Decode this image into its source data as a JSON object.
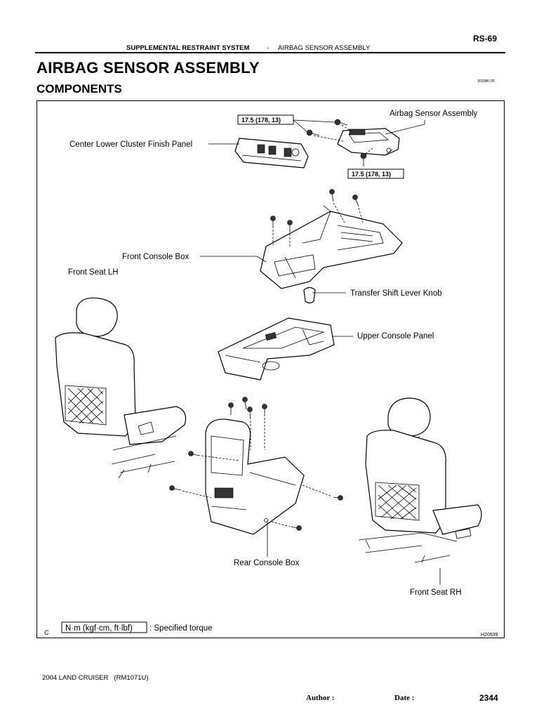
{
  "header": {
    "page_code": "RS-69",
    "section": "SUPPLEMENTAL RESTRAINT SYSTEM",
    "separator": "-",
    "subsection": "AIRBAG SENSOR ASSEMBLY"
  },
  "title": "AIRBAG SENSOR ASSEMBLY",
  "subtitle": "COMPONENTS",
  "doc_code": "RS0BK-05",
  "figure": {
    "labels": {
      "airbag_sensor_assembly": "Airbag Sensor Assembly",
      "center_lower_cluster_finish_panel": "Center Lower Cluster Finish Panel",
      "front_console_box": "Front Console Box",
      "front_seat_lh": "Front Seat LH",
      "transfer_shift_lever_knob": "Transfer Shift Lever Knob",
      "upper_console_panel": "Upper Console Panel",
      "rear_console_box": "Rear Console Box",
      "front_seat_rh": "Front Seat RH"
    },
    "torque_values": [
      "17.5 (178, 13)",
      "17.5 (178, 13)"
    ],
    "legend": {
      "box_text": "N·m (kgf·cm, ft·lbf)",
      "description": ": Specified torque"
    },
    "corner_letter": "C",
    "figure_id": "H20939"
  },
  "footer": {
    "model": "2004 LAND CRUISER   (RM1071U)",
    "author_label": "Author :",
    "date_label": "Date :",
    "page_number": "2344"
  }
}
